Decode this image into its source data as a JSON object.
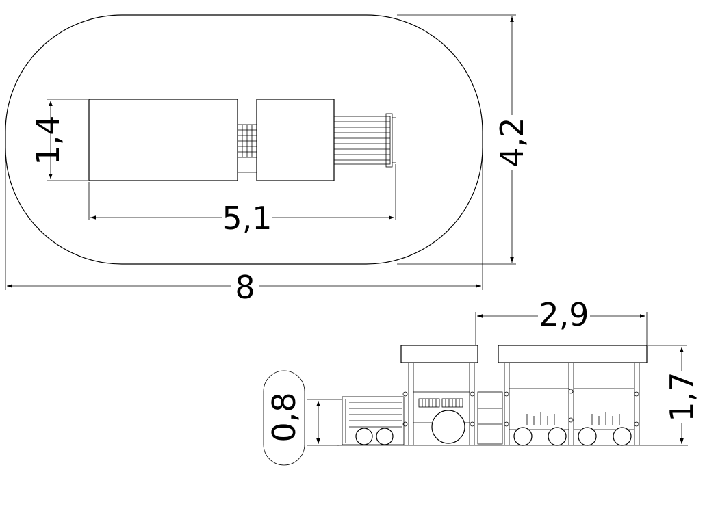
{
  "top_view": {
    "dimensions": {
      "overall_length": "8",
      "overall_width": "4,2",
      "equipment_length": "5,1",
      "equipment_width": "1,4"
    }
  },
  "side_view": {
    "dimensions": {
      "roof_span": "2,9",
      "overall_height": "1,7",
      "platform_height": "0,8"
    }
  }
}
